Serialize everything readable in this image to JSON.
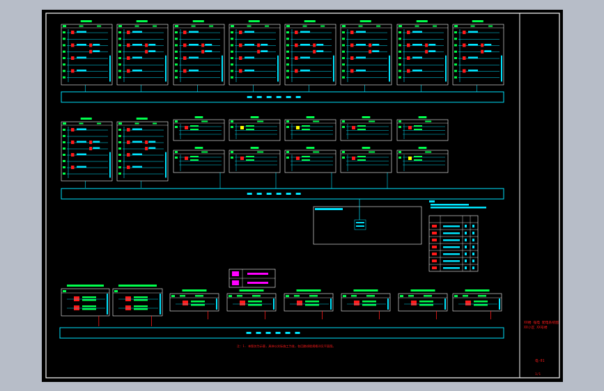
{
  "viewer": {
    "background_color": "#b7bdc8",
    "paper_color": "#000000",
    "frame_color": "#ffffff"
  },
  "colors": {
    "cyan": "#00e5ff",
    "green": "#00ff4c",
    "red": "#ff1a1a",
    "magenta": "#ff00ff",
    "yellow": "#ffff00",
    "white": "#ffffff"
  },
  "drawing": {
    "note_text": "注：1. 本图仅为示意，具体以实际施工为准，各回路线缆规格详见平面图。",
    "title_block": {
      "line_1": "XX楼 强电 配电系统图",
      "line_2": "XX小区 XX号楼",
      "drawing_no": "电-01",
      "page": "1/1"
    }
  }
}
